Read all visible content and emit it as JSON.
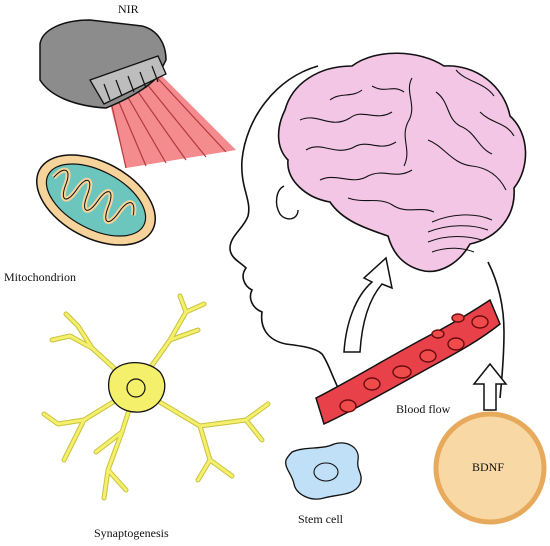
{
  "labels": {
    "nir": "NIR",
    "mitochondrion": "Mitochondrion",
    "synaptogenesis": "Synaptogenesis",
    "stem_cell": "Stem cell",
    "blood_flow": "Blood flow",
    "bdnf": "BDNF"
  },
  "colors": {
    "brain": "#f3c6e6",
    "laser_beam": "#f2777a",
    "device_body": "#8c8c8c",
    "mito_outer": "#f6d39a",
    "mito_inner": "#6cc6bd",
    "neuron": "#f4f06b",
    "vessel": "#e8414a",
    "red_cell": "#f04b4b",
    "stem_cell": "#bfe0f6",
    "bdnf_fill": "#f8d8a4",
    "bdnf_ring": "#e7a95b"
  }
}
